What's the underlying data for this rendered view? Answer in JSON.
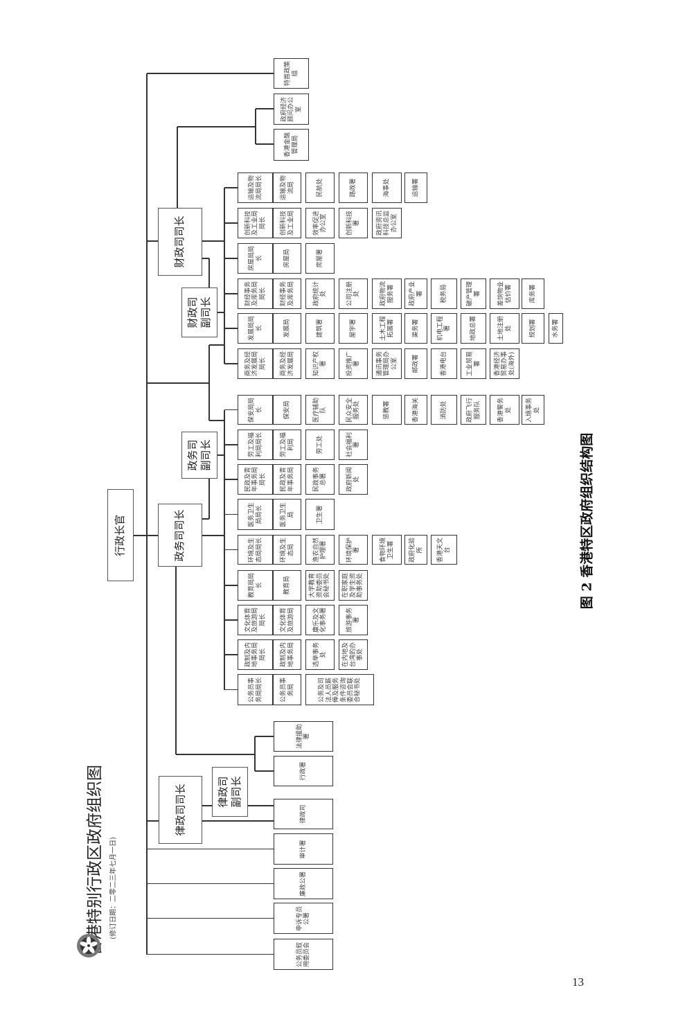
{
  "document": {
    "title": "香港特别行政区政府组织图",
    "revision": "(修订日期：二零二三年七月一日)",
    "caption": "图 2  香港特区政府组织结构图",
    "page_number": "13"
  },
  "chief_executive": "行政长官",
  "top_units": {
    "policy_unit": "特首政策组",
    "econ_advisor": "政府经济顾问办公室",
    "hkma": "香港金融管理局"
  },
  "finance": {
    "secretary": "财政司司长",
    "deputy": "财政司副司长",
    "bureaus": [
      {
        "head": "运输及物流局局长",
        "bureau": "运输及物流局",
        "units": [
          "民航处",
          "路政署",
          "海事处",
          "运输署"
        ]
      },
      {
        "head": "创新科技及工业局局长",
        "bureau": "创新科技及工业局",
        "units": [
          "效率促进办公室",
          "创新科技署",
          "政府资讯科技总监办公室"
        ]
      },
      {
        "head": "房屋局局长",
        "bureau": "房屋局",
        "units": [
          "房屋署"
        ]
      },
      {
        "head": "财经事务及库务局局长",
        "bureau": "财经事务及库务局",
        "units": [
          "政府统计处",
          "公司注册处",
          "政府物流服务署",
          "政府产业署",
          "税务局",
          "破产管理署",
          "差饷物业估价署",
          "库务署"
        ]
      },
      {
        "head": "发展局局长",
        "bureau": "发展局",
        "units": [
          "建筑署",
          "屋宇署",
          "土木工程拓展署",
          "渠务署",
          "机电工程署",
          "地政总署",
          "土地注册处",
          "规划署",
          "水务署"
        ]
      },
      {
        "head": "商务及经济发展局局长",
        "bureau": "商务及经济发展局",
        "units": [
          "知识产权署",
          "投资推广署",
          "通讯事务管理局办公室",
          "邮政署",
          "香港电台",
          "工业贸易署",
          "香港经济贸易办事处(海外)"
        ]
      }
    ]
  },
  "admin": {
    "secretary": "政务司司长",
    "deputy": "政务司副司长",
    "bureaus": [
      {
        "head": "保安局局长",
        "bureau": "保安局",
        "units": [
          "医疗辅助队",
          "民众安全服务处",
          "惩教署",
          "香港海关",
          "消防处",
          "政府飞行服务队",
          "香港警务处",
          "入境事务处"
        ]
      },
      {
        "head": "劳工及福利局局长",
        "bureau": "劳工及福利局",
        "units": [
          "劳工处",
          "社会福利署"
        ]
      },
      {
        "head": "民政及青年事务局局长",
        "bureau": "民政及青年事务局",
        "units": [
          "民政事务总署",
          "政府新闻处"
        ]
      },
      {
        "head": "医务卫生局局长",
        "bureau": "医务卫生局",
        "units": [
          "卫生署"
        ]
      },
      {
        "head": "环境及生态局局长",
        "bureau": "环境及生态局",
        "units": [
          "渔农自然护理署",
          "环境保护署",
          "食物环境卫生署",
          "政府化验所",
          "香港天文台"
        ]
      },
      {
        "head": "教育局局长",
        "bureau": "教育局",
        "units": [
          "大学教育资助委员会秘书处",
          "在职家庭及学生资助事务处"
        ]
      },
      {
        "head": "文化体育及旅游局局长",
        "bureau": "文化体育及旅游局",
        "units": [
          "康乐及文化事务署",
          "旅游事务署"
        ]
      },
      {
        "head": "政制及内地事务局局长",
        "bureau": "政制及内地事务局",
        "units": [
          "选举事务处",
          "在内地及台湾的办事处"
        ]
      },
      {
        "head": "公务员事务局局长",
        "bureau": "公务员事务局",
        "units": [
          "公务及司法人员薪俸及服务条件咨询委员会联合秘书处"
        ]
      }
    ],
    "direct_units": [
      "法律援助署",
      "行政署"
    ]
  },
  "legal": {
    "secretary": "律政司司长",
    "deputy": "律政司副司长",
    "department": "律政司"
  },
  "independent": [
    "审计署",
    "廉政公署",
    "申诉专员公署",
    "公务员叙用委员会"
  ]
}
